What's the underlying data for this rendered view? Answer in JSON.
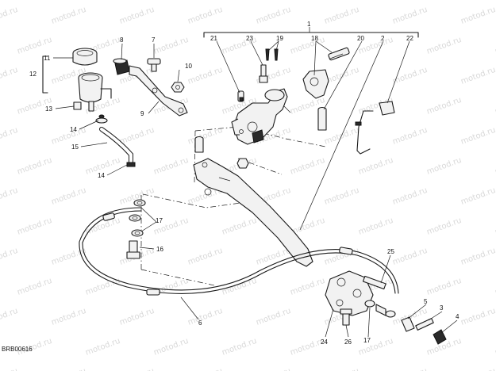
{
  "drawing_code": "BRB00616",
  "watermark": "motod.ru",
  "callouts": {
    "c1": "1",
    "c2": "2",
    "c3": "3",
    "c4": "4",
    "c5": "5",
    "c6": "6",
    "c7": "7",
    "c8": "8",
    "c9": "9",
    "c10": "10",
    "c11": "11",
    "c12": "12",
    "c13": "13",
    "c14": "14",
    "c15": "15",
    "c16": "16",
    "c17": "17",
    "c18": "18",
    "c19": "19",
    "c20": "20",
    "c21": "21",
    "c22": "22",
    "c23": "23",
    "c24": "24",
    "c25": "25",
    "c26": "26"
  }
}
